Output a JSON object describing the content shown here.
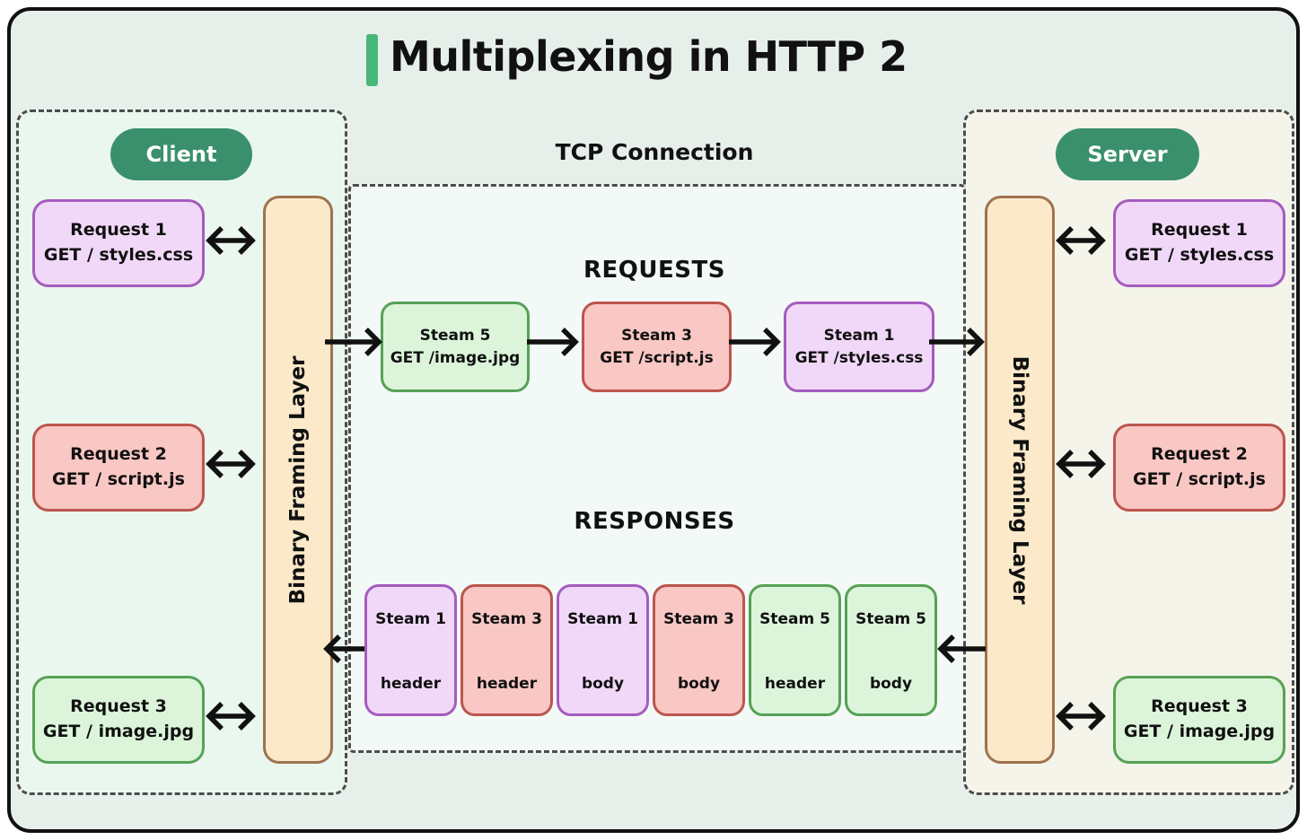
{
  "title": {
    "text": "Multiplexing in HTTP 2",
    "accent_color": "#47b87a"
  },
  "colors": {
    "canvas_background": "#e7efea",
    "frame_border": "#111111",
    "client_panel_background": "#eaf7ee",
    "server_panel_background": "#f4f4ea",
    "tcp_box_background": "#f3f9f6",
    "dashed_border": "#4d4d4d",
    "pill_green": "#3a906d",
    "purple_fill": "#f1d8f8",
    "purple_border": "#a55cbe",
    "pink_fill": "#f9c7c4",
    "pink_border": "#bc554f",
    "green_fill": "#dcf5da",
    "green_border": "#57a157",
    "framing_layer_fill": "#fbe9c9",
    "framing_layer_border": "#9f7350",
    "arrow": "#111111"
  },
  "left_panel": {
    "label": "Client",
    "framing_layer_label": "Binary Framing Layer",
    "requests": [
      {
        "line1": "Request 1",
        "line2": "GET / styles.css",
        "variant": "purple"
      },
      {
        "line1": "Request 2",
        "line2": "GET / script.js",
        "variant": "pink"
      },
      {
        "line1": "Request 3",
        "line2": "GET / image.jpg",
        "variant": "green"
      }
    ]
  },
  "tcp": {
    "label": "TCP Connection",
    "requests_heading": "REQUESTS",
    "responses_heading": "RESPONSES",
    "request_streams": [
      {
        "line1": "Steam 5",
        "line2": "GET /image.jpg",
        "variant": "green"
      },
      {
        "line1": "Steam 3",
        "line2": "GET /script.js",
        "variant": "pink"
      },
      {
        "line1": "Steam 1",
        "line2": "GET /styles.css",
        "variant": "purple"
      }
    ],
    "response_frames": [
      {
        "stream": "Steam 1",
        "part": "header",
        "variant": "purple"
      },
      {
        "stream": "Steam 3",
        "part": "header",
        "variant": "pink"
      },
      {
        "stream": "Steam 1",
        "part": "body",
        "variant": "purple"
      },
      {
        "stream": "Steam 3",
        "part": "body",
        "variant": "pink"
      },
      {
        "stream": "Steam 5",
        "part": "header",
        "variant": "green"
      },
      {
        "stream": "Steam 5",
        "part": "body",
        "variant": "green"
      }
    ]
  },
  "right_panel": {
    "label": "Server",
    "framing_layer_label": "Binary Framing Layer",
    "requests": [
      {
        "line1": "Request 1",
        "line2": "GET / styles.css",
        "variant": "purple"
      },
      {
        "line1": "Request 2",
        "line2": "GET / script.js",
        "variant": "pink"
      },
      {
        "line1": "Request 3",
        "line2": "GET / image.jpg",
        "variant": "green"
      }
    ]
  }
}
